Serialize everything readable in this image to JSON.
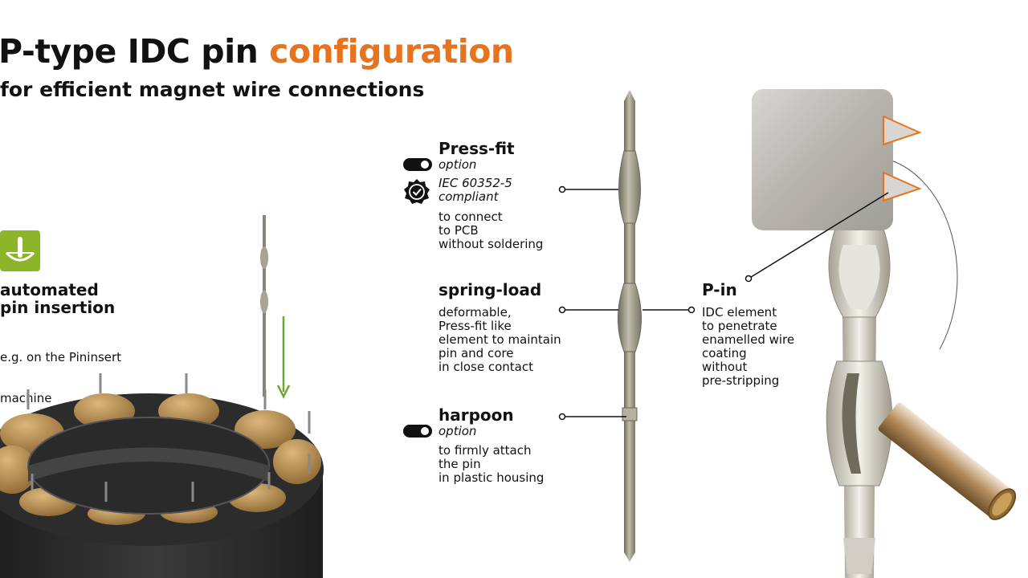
{
  "title": {
    "main": "P-type IDC pin ",
    "accent": "configuration",
    "accent_color": "#e8731e"
  },
  "subtitle": "for efficient magnet wire connections",
  "left_panel": {
    "icon": "pin-insertion-icon",
    "icon_color": "#8cb52a",
    "heading_line1": "automated",
    "heading_line2": "pin insertion",
    "text_line1": "e.g. on the Pininsert",
    "text_line2": "machine",
    "arrow_color": "#6aa832"
  },
  "features": {
    "pressfit": {
      "title": "Press-fit",
      "option": "option",
      "compliance_line1": "IEC 60352-5",
      "compliance_line2": "compliant",
      "desc": "to connect\nto PCB\nwithout soldering"
    },
    "springload": {
      "title": "spring-load",
      "desc": "deformable,\nPress-fit like\nelement to maintain\npin and core\nin close contact"
    },
    "harpoon": {
      "title": "harpoon",
      "option": "option",
      "desc": "to firmly attach\nthe pin\nin plastic housing"
    },
    "pin": {
      "title": "P-in",
      "desc": "IDC element\nto penetrate\nenamelled wire\ncoating\nwithout\npre-stripping"
    }
  },
  "icons": [
    "toggle-icon",
    "certified-badge-icon",
    "toggle-icon"
  ],
  "colors": {
    "pin_metal": "#a8a492",
    "stator_dark": "#2e2e2e",
    "copper": "#b58a4a",
    "wire_copper": "#c89a5a"
  }
}
